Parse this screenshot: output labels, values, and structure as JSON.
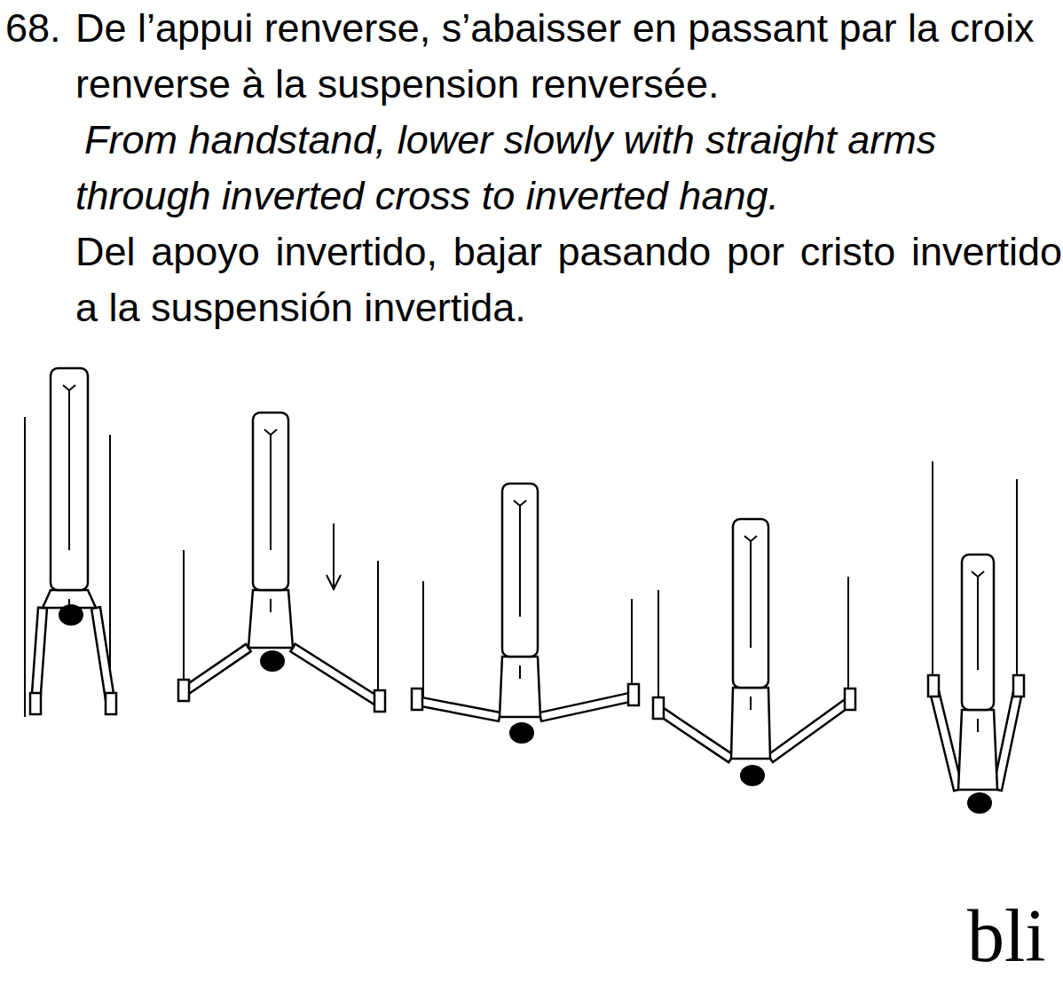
{
  "diagram": {
    "labels": [
      "68.",
      "De l’appui renverse, s’abaisser en passant par la croix renverse à la suspension renversée.",
      "From handstand, lower slowly with straight arms through inverted cross to inverted hang.",
      "Del apoyo invertido, bajar pasando por cristo invertido a la suspensión invertida.",
      "bli"
    ]
  }
}
